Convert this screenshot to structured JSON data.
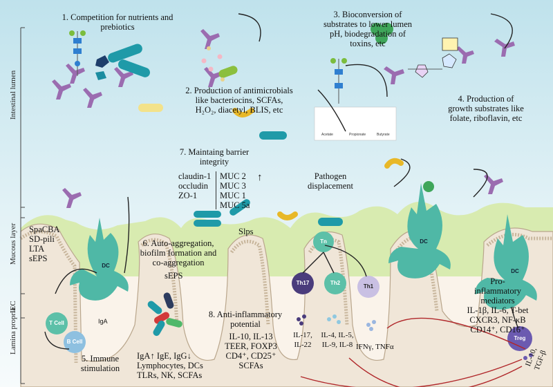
{
  "side_labels": {
    "lumen": "Intestinal lumen",
    "mucous": "Mucous layer",
    "iec": "IEC",
    "lamina": "Lamina propria"
  },
  "mechanisms": {
    "m1": "1. Competition for nutrients and prebiotics",
    "m2_a": "2. Production of antimicrobials",
    "m2_b": "like bacteriocins, SCFAs,",
    "m2_c": "H₂O₂, diacetyl, BLIS,  etc",
    "m3": "3. Bioconversion of substrates to lower lumen pH, biodegradation of toxins, etc",
    "m4_a": "4. Production of",
    "m4_b": "growth substrates like",
    "m4_c": "folate, riboflavin, etc",
    "m5_a": "5. Immune",
    "m5_b": "stimulation",
    "m6_a": "6. Auto-aggregation,",
    "m6_b": "biofilm formation and",
    "m6_c": "co-aggregation",
    "m7_a": "7. Maintaing barrier",
    "m7_b": "integrity",
    "m8_a": "8. Anti-inflammatory",
    "m8_b": "potential"
  },
  "scfa": {
    "acetate": "Acetate",
    "propionate": "Propionate",
    "butyrate": "Butyrate"
  },
  "adhesins": [
    "SpaCBA",
    "SD-pili",
    "LTA",
    "sEPS"
  ],
  "barrier": {
    "tight": [
      "claudin-1",
      "occludin",
      "ZO-1"
    ],
    "muc": [
      "MUC 2",
      "MUC 3",
      "MUC 1",
      "MUC 5a"
    ]
  },
  "slps": "Slps",
  "seps": "sEPS",
  "pathogen_displacement": "Pathogen displacement",
  "immune_stim": [
    "IgA",
    "IgE, IgG",
    "Lymphocytes, DCs",
    "TLRs, NK, SCFAs"
  ],
  "anti_inflam": [
    "IL-10, IL-13",
    "TEER, FOXP3",
    "CD4⁺, CD25⁺",
    "SCFAs"
  ],
  "pro_inflam": [
    "Pro-",
    "inflammatory",
    "mediators",
    "IL-1β, IL-6, T-bet",
    "CXCR3, NF-κB",
    "CD14⁺, CD16⁺"
  ],
  "cells": {
    "dc": "DC",
    "tcell": "T Cell",
    "bcell": "B Cell",
    "iga": "IgA",
    "tn": "Tn",
    "th17": "Th17",
    "th2": "Th2",
    "th1": "Th1",
    "treg": "Treg"
  },
  "cytokines": {
    "th17": "IL-17, IL-22",
    "th2": "IL-4, IL-5, IL-9, IL-8",
    "th1": "IFNγ, TNFα",
    "treg": "IL-10, TGF-β"
  },
  "colors": {
    "lumen": "#c5e4ee",
    "mucus": "#d8ebb0",
    "epithelium": "#f0e6d8",
    "dc": "#4fb8a6",
    "probiotic": "#1f9aa8",
    "lectin": "#9b6cb0",
    "inhibit": "#b0272a"
  }
}
